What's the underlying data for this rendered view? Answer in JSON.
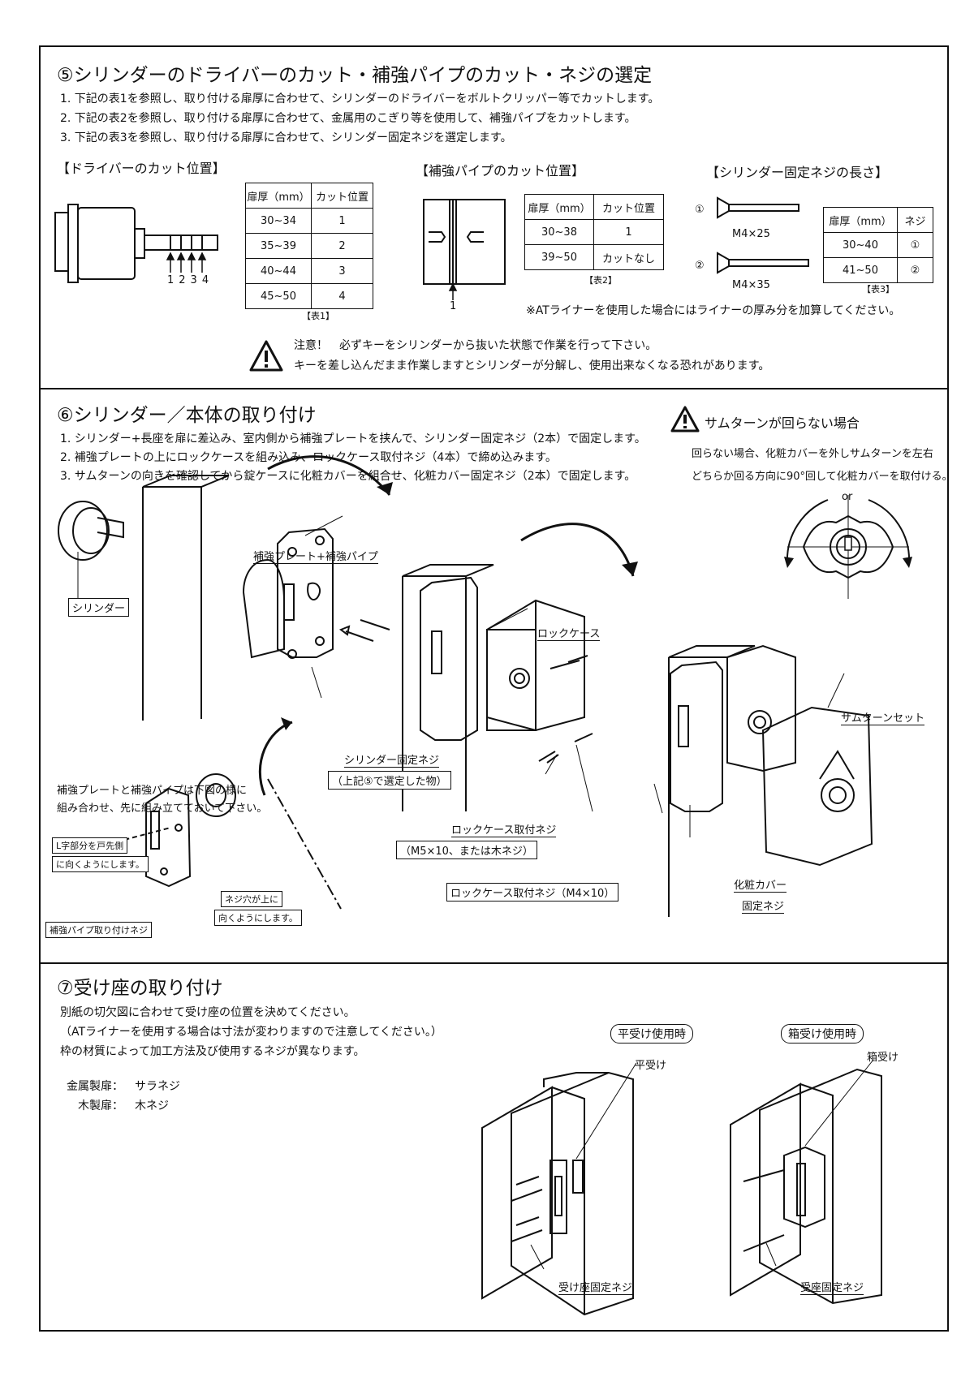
{
  "s5": {
    "title": "⑤シリンダーのドライバーのカット・補強パイプのカット・ネジの選定",
    "steps": [
      "1. 下記の表1を参照し、取り付ける扉厚に合わせて、シリンダーのドライバーをボルトクリッパー等でカットします。",
      "2. 下記の表2を参照し、取り付ける扉厚に合わせて、金属用のこぎり等を使用して、補強パイプをカットします。",
      "3. 下記の表3を参照し、取り付ける扉厚に合わせて、シリンダー固定ネジを選定します。"
    ],
    "driver": {
      "heading": "【ドライバーのカット位置】",
      "marks": "1234",
      "table": {
        "headers": [
          "扉厚（mm）",
          "カット位置"
        ],
        "rows": [
          [
            "30~34",
            "1"
          ],
          [
            "35~39",
            "2"
          ],
          [
            "40~44",
            "3"
          ],
          [
            "45~50",
            "4"
          ]
        ],
        "caption": "【表1】"
      }
    },
    "pipe": {
      "heading": "【補強パイプのカット位置】",
      "mark": "1",
      "table": {
        "headers": [
          "扉厚（mm）",
          "カット位置"
        ],
        "rows": [
          [
            "30~38",
            "1"
          ],
          [
            "39~50",
            "カットなし"
          ]
        ],
        "caption": "【表2】"
      }
    },
    "screw": {
      "heading": "【シリンダー固定ネジの長さ】",
      "items": [
        {
          "num": "①",
          "label": "M4×25"
        },
        {
          "num": "②",
          "label": "M4×35"
        }
      ],
      "table": {
        "headers": [
          "扉厚（mm）",
          "ネジ"
        ],
        "rows": [
          [
            "30~40",
            "①"
          ],
          [
            "41~50",
            "②"
          ]
        ],
        "caption": "【表3】"
      }
    },
    "note_at": "※ATライナーを使用した場合にはライナーの厚み分を加算してください。",
    "caution": [
      "注意！　必ずキーをシリンダーから抜いた状態で作業を行って下さい。",
      "キーを差し込んだまま作業しますとシリンダーが分解し、使用出来なくなる恐れがあります。"
    ]
  },
  "s6": {
    "title": "⑥シリンダー／本体の取り付け",
    "steps": [
      "1. シリンダー+長座を扉に差込み、室内側から補強プレートを挟んで、シリンダー固定ネジ（2本）で固定します。",
      "2. 補強プレートの上にロックケースを組み込み、ロックケース取付ネジ（4本）で締め込みます。",
      "3. サムターンの向きを確認してから錠ケースに化粧カバーを組合せ、化粧カバー固定ネジ（2本）で固定します。"
    ],
    "warning_title": "サムターンが回らない場合",
    "warning_lines": [
      "回らない場合、化粧カバーを外しサムターンを左右",
      "どちらか回る方向に90°回して化粧カバーを取付ける。"
    ],
    "or_label": "or",
    "labels": {
      "cylinder": "シリンダー",
      "plate_pipe": "補強プレート+補強パイプ",
      "cylinder_screw": "シリンダー固定ネジ",
      "cylinder_screw_note": "（上記⑤で選定した物）",
      "lock_case": "ロックケース",
      "lock_case_screw1": "ロックケース取付ネジ",
      "lock_case_screw1_note": "（M5×10、または木ネジ）",
      "lock_case_screw2": "ロックケース取付ネジ（M4×10）",
      "thumbturn_set": "サムターンセット",
      "cover": "化粧カバー",
      "cover_screw": "固定ネジ",
      "assembly_note1": "補強プレートと補強パイプは下図の様に",
      "assembly_note2": "組み合わせ、先に組み立てておいて下さい。",
      "l_part1": "L字部分を戸先側",
      "l_part2": "に向くようにします。",
      "hole_up1": "ネジ穴が上に",
      "hole_up2": "向くようにします。",
      "pipe_screw": "補強パイプ取り付けネジ"
    }
  },
  "s7": {
    "title": "⑦受け座の取り付け",
    "lines": [
      "別紙の切欠図に合わせて受け座の位置を決めてください。",
      "（ATライナーを使用する場合は寸法が変わりますので注意してください。）",
      "枠の材質によって加工方法及び使用するネジが異なります。"
    ],
    "materials": [
      {
        "name": "金属製扉：",
        "screw": "サラネジ"
      },
      {
        "name": "木製扉：",
        "screw": "木ネジ"
      }
    ],
    "flat": {
      "title": "平受け使用時",
      "part": "平受け",
      "screw": "受け座固定ネジ"
    },
    "box": {
      "title": "箱受け使用時",
      "part": "箱受け",
      "screw": "受座固定ネジ"
    }
  }
}
